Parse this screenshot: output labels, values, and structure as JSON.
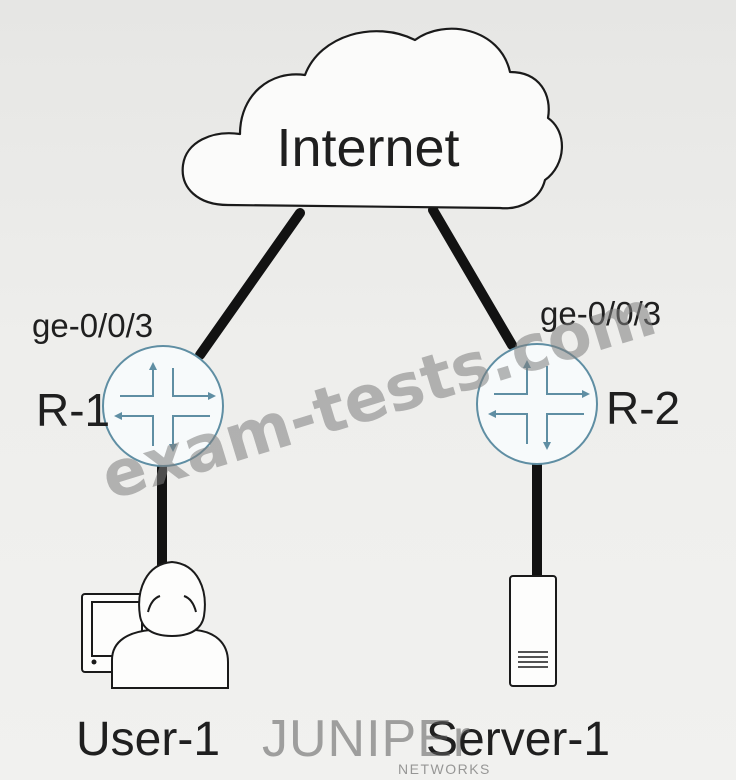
{
  "cloud": {
    "label": "Internet"
  },
  "routers": [
    {
      "name": "R-1",
      "interface": "ge-0/0/3"
    },
    {
      "name": "R-2",
      "interface": "ge-0/0/3"
    }
  ],
  "endpoints": [
    {
      "name": "User-1",
      "icon": "user-workstation-icon"
    },
    {
      "name": "Server-1",
      "icon": "server-icon"
    }
  ],
  "watermark": {
    "text": "exam-tests.com"
  },
  "branding": {
    "logo": "JUNIPEr",
    "sub": "NETWORKS"
  },
  "colors": {
    "line": "#121212",
    "router_stroke": "#5f8ea3",
    "router_fill": "#f7fafb",
    "text": "#1f1f1f"
  }
}
